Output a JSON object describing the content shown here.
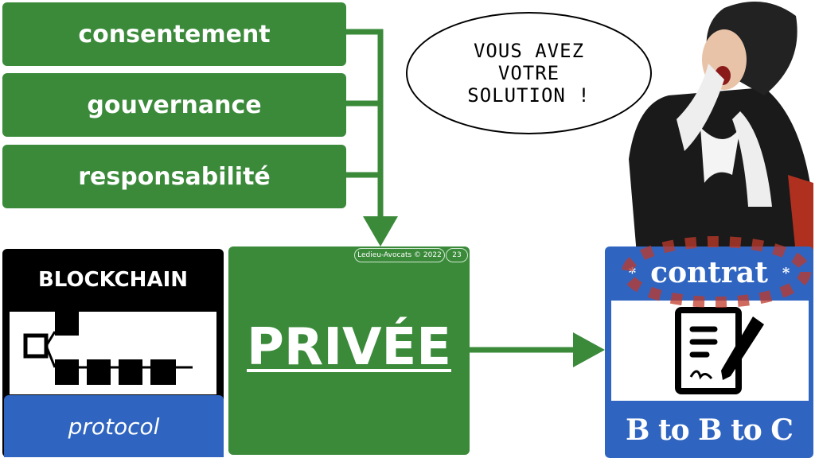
{
  "list": [
    "consentement",
    "gouvernance",
    "responsabilité"
  ],
  "blockchain": {
    "title": "BLOCKCHAIN",
    "footer": "protocol"
  },
  "center": {
    "label": "PRIVÉE",
    "credit": "Ledieu-Avocats © 2022",
    "page": "23"
  },
  "contract": {
    "title": "contrat",
    "footer": "B to B to C",
    "star": "*"
  },
  "bubble": {
    "line1": "VOUS AVEZ",
    "line2": "VOTRE",
    "line3": "SOLUTION !"
  },
  "colors": {
    "green": "#3a8a3a",
    "blue": "#2f65c0"
  }
}
